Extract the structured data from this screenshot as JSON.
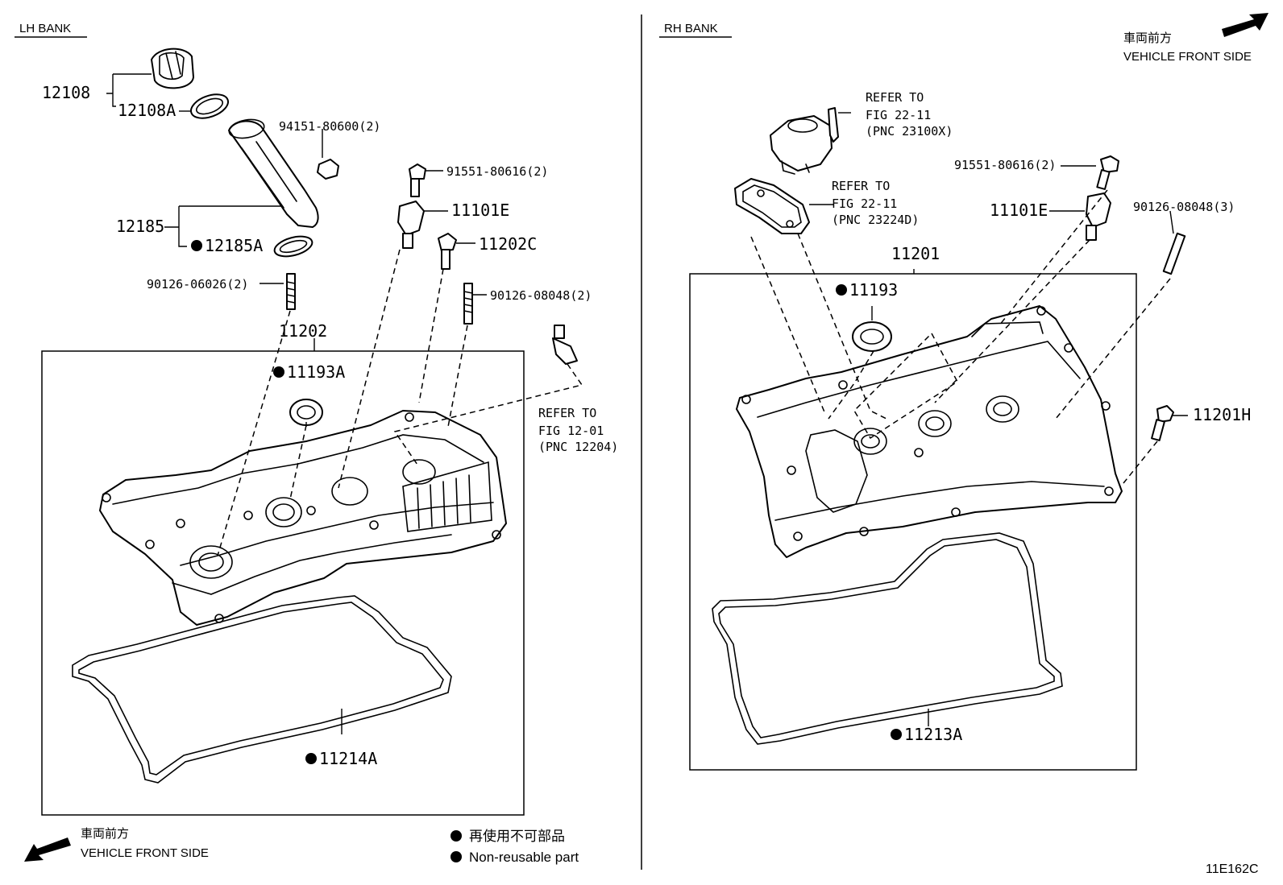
{
  "lh_bank": {
    "title": "LH BANK",
    "parts": {
      "p12108": "12108",
      "p12108a": "12108A",
      "p94151": "94151-80600(2)",
      "p12185": "12185",
      "p12185a": "12185A",
      "p90126_06026": "90126-06026(2)",
      "p91551": "91551-80616(2)",
      "p11101e": "11101E",
      "p11202c": "11202C",
      "p90126_08048": "90126-08048(2)",
      "p11202": "11202",
      "p11193a": "11193A",
      "p11214a": "11214A"
    },
    "refer": {
      "line1": "REFER TO",
      "line2": "FIG 12-01",
      "line3": "(PNC 12204)"
    }
  },
  "rh_bank": {
    "title": "RH BANK",
    "parts": {
      "p91551": "91551-80616(2)",
      "p11101e": "11101E",
      "p90126_08048": "90126-08048(3)",
      "p11201": "11201",
      "p11193": "11193",
      "p11201h": "11201H",
      "p11213a": "11213A"
    },
    "refer_a": {
      "line1": "REFER TO",
      "line2": "FIG 22-11",
      "line3": "(PNC 23100X)"
    },
    "refer_b": {
      "line1": "REFER TO",
      "line2": "FIG 22-11",
      "line3": "(PNC 23224D)"
    }
  },
  "front_top": {
    "jp": "車両前方",
    "en": "VEHICLE FRONT SIDE"
  },
  "front_bottom": {
    "jp": "車両前方",
    "en": "VEHICLE FRONT SIDE"
  },
  "legend": {
    "jp": "再使用不可部品",
    "en": "Non-reusable part"
  },
  "figure_code": "11E162C"
}
